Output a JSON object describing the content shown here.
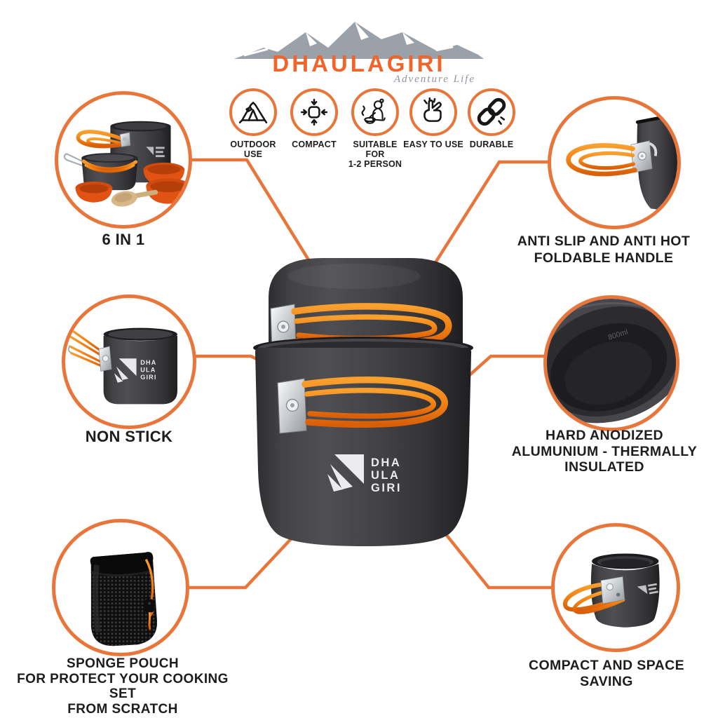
{
  "brand": {
    "name": "DHAULAGIRI",
    "tagline": "Adventure Life"
  },
  "features": {
    "items": [
      {
        "icon": "tent-icon",
        "lines": [
          "OUTDOOR USE"
        ]
      },
      {
        "icon": "compact-icon",
        "lines": [
          "COMPACT"
        ]
      },
      {
        "icon": "person-cooking-icon",
        "lines": [
          "SUITABLE FOR",
          "1-2 PERSON"
        ]
      },
      {
        "icon": "snap-fingers-icon",
        "lines": [
          "EASY TO USE"
        ]
      },
      {
        "icon": "chain-link-icon",
        "lines": [
          "DURABLE"
        ]
      }
    ]
  },
  "callouts": {
    "six_in_one": {
      "lines": [
        "6 IN 1"
      ]
    },
    "foldable_handle": {
      "lines": [
        "ANTI SLIP AND ANTI HOT",
        "FOLDABLE HANDLE"
      ]
    },
    "non_stick": {
      "lines": [
        "NON STICK"
      ]
    },
    "hard_anodized": {
      "lines": [
        "HARD ANODIZED",
        "ALUMUNIUM - THERMALLY",
        "INSULATED"
      ]
    },
    "sponge_pouch": {
      "lines": [
        "SPONGE POUCH",
        "FOR PROTECT YOUR COOKING SET",
        "FROM SCRATCH"
      ]
    },
    "compact_saving": {
      "lines": [
        "COMPACT AND SPACE SAVING"
      ]
    }
  },
  "product": {
    "pot_logo_lines": [
      "DHA",
      "ULA",
      "GIRI"
    ],
    "interior_marking": "800ml"
  },
  "colors": {
    "accent_orange": "#E8763B",
    "brand_orange": "#F1642A",
    "handle_orange": "#EE7511",
    "pot_dark": "#3A3A3D",
    "text_dark": "#1D1D1F",
    "mountain_gray": "#9AA1A9"
  }
}
